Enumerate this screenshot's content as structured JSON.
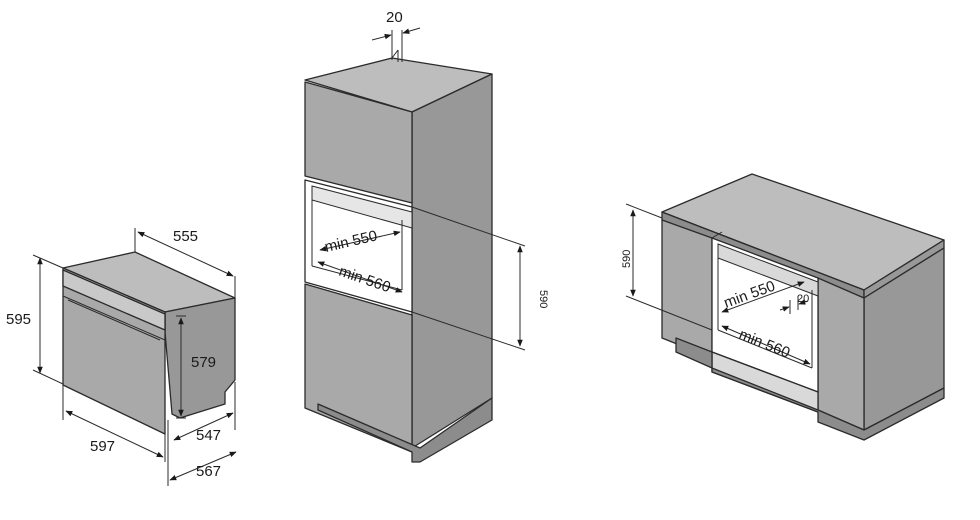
{
  "oven": {
    "width_label": "597",
    "height_label": "595",
    "top_depth_label": "555",
    "body_height_label": "579",
    "body_depth_label": "547",
    "total_depth_label": "567"
  },
  "tall_cabinet": {
    "top_clearance_label": "20",
    "niche_depth_label": "min 550",
    "niche_width_label": "min 560",
    "niche_height_label": "590"
  },
  "under_counter": {
    "niche_height_label": "590",
    "niche_depth_label": "min 550",
    "rear_gap_label": "20",
    "niche_width_label": "min 560"
  }
}
